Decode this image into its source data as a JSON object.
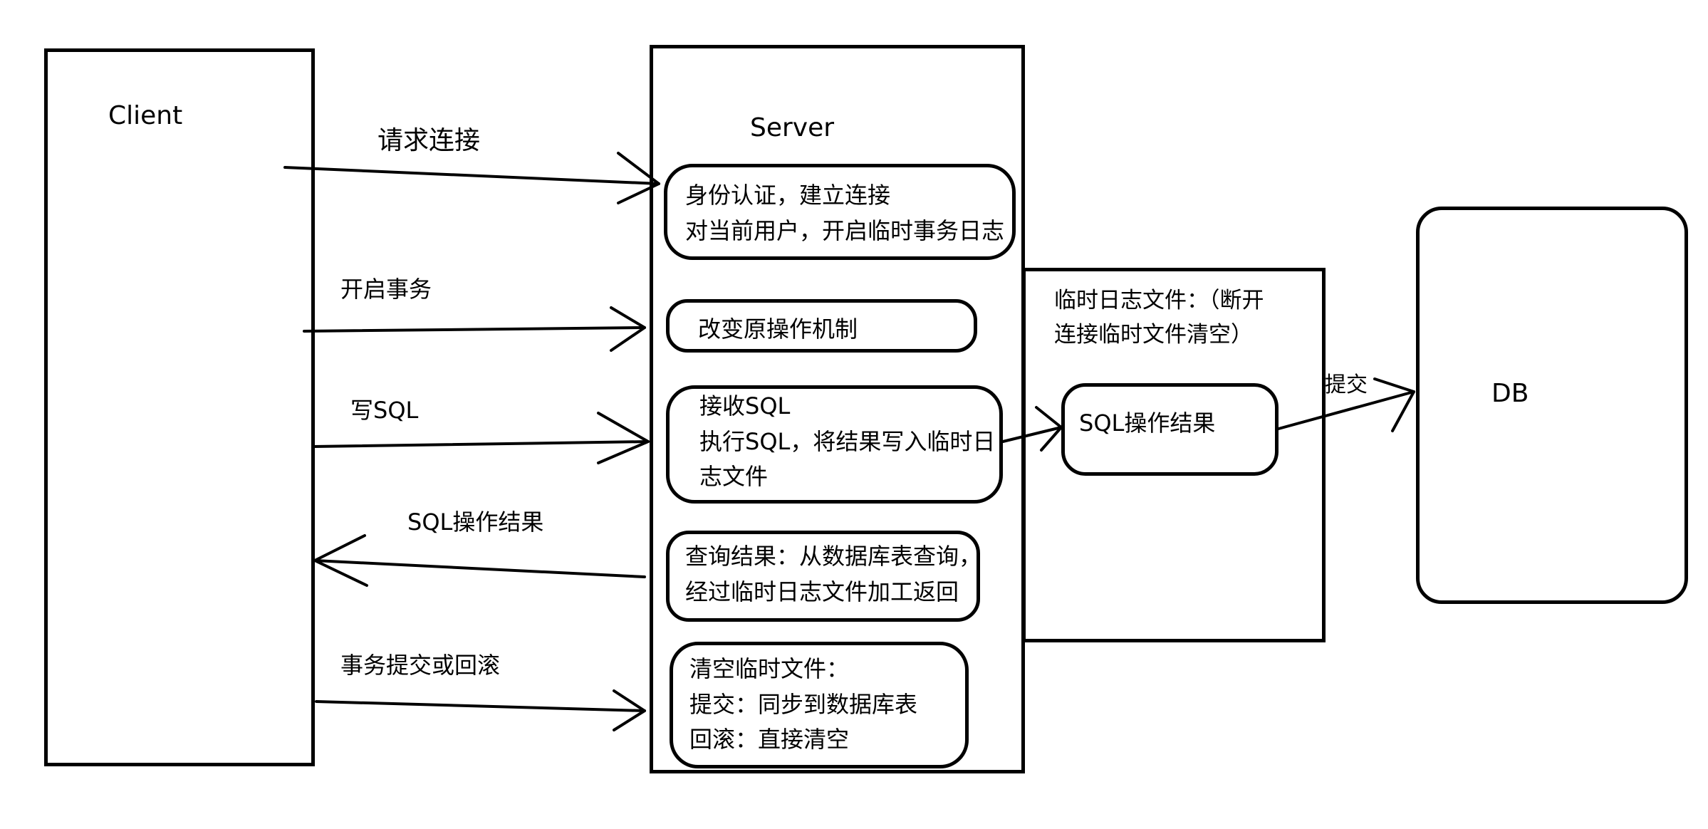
{
  "client": {
    "title": "Client"
  },
  "server": {
    "title": "Server"
  },
  "db": {
    "title": "DB"
  },
  "log_file": {
    "lines": [
      "临时日志文件：（断开",
      "连接临时文件清空）"
    ]
  },
  "server_steps": {
    "auth": [
      "身份认证，建立连接",
      "对当前用户，开启临时事务日志"
    ],
    "change": [
      "改变原操作机制"
    ],
    "exec": [
      "接收SQL",
      "执行SQL，将结果写入临时日",
      "志文件"
    ],
    "query": [
      "查询结果：从数据库表查询，",
      "经过临时日志文件加工返回"
    ],
    "clear": [
      "清空临时文件：",
      "提交：同步到数据库表",
      "回滚：直接清空"
    ]
  },
  "sql_result_box": {
    "label": "SQL操作结果"
  },
  "edges": {
    "request_connect": "请求连接",
    "begin_tx": "开启事务",
    "write_sql": "写SQL",
    "sql_result": "SQL操作结果",
    "tx_commit_rollback": "事务提交或回滚",
    "commit": "提交"
  }
}
